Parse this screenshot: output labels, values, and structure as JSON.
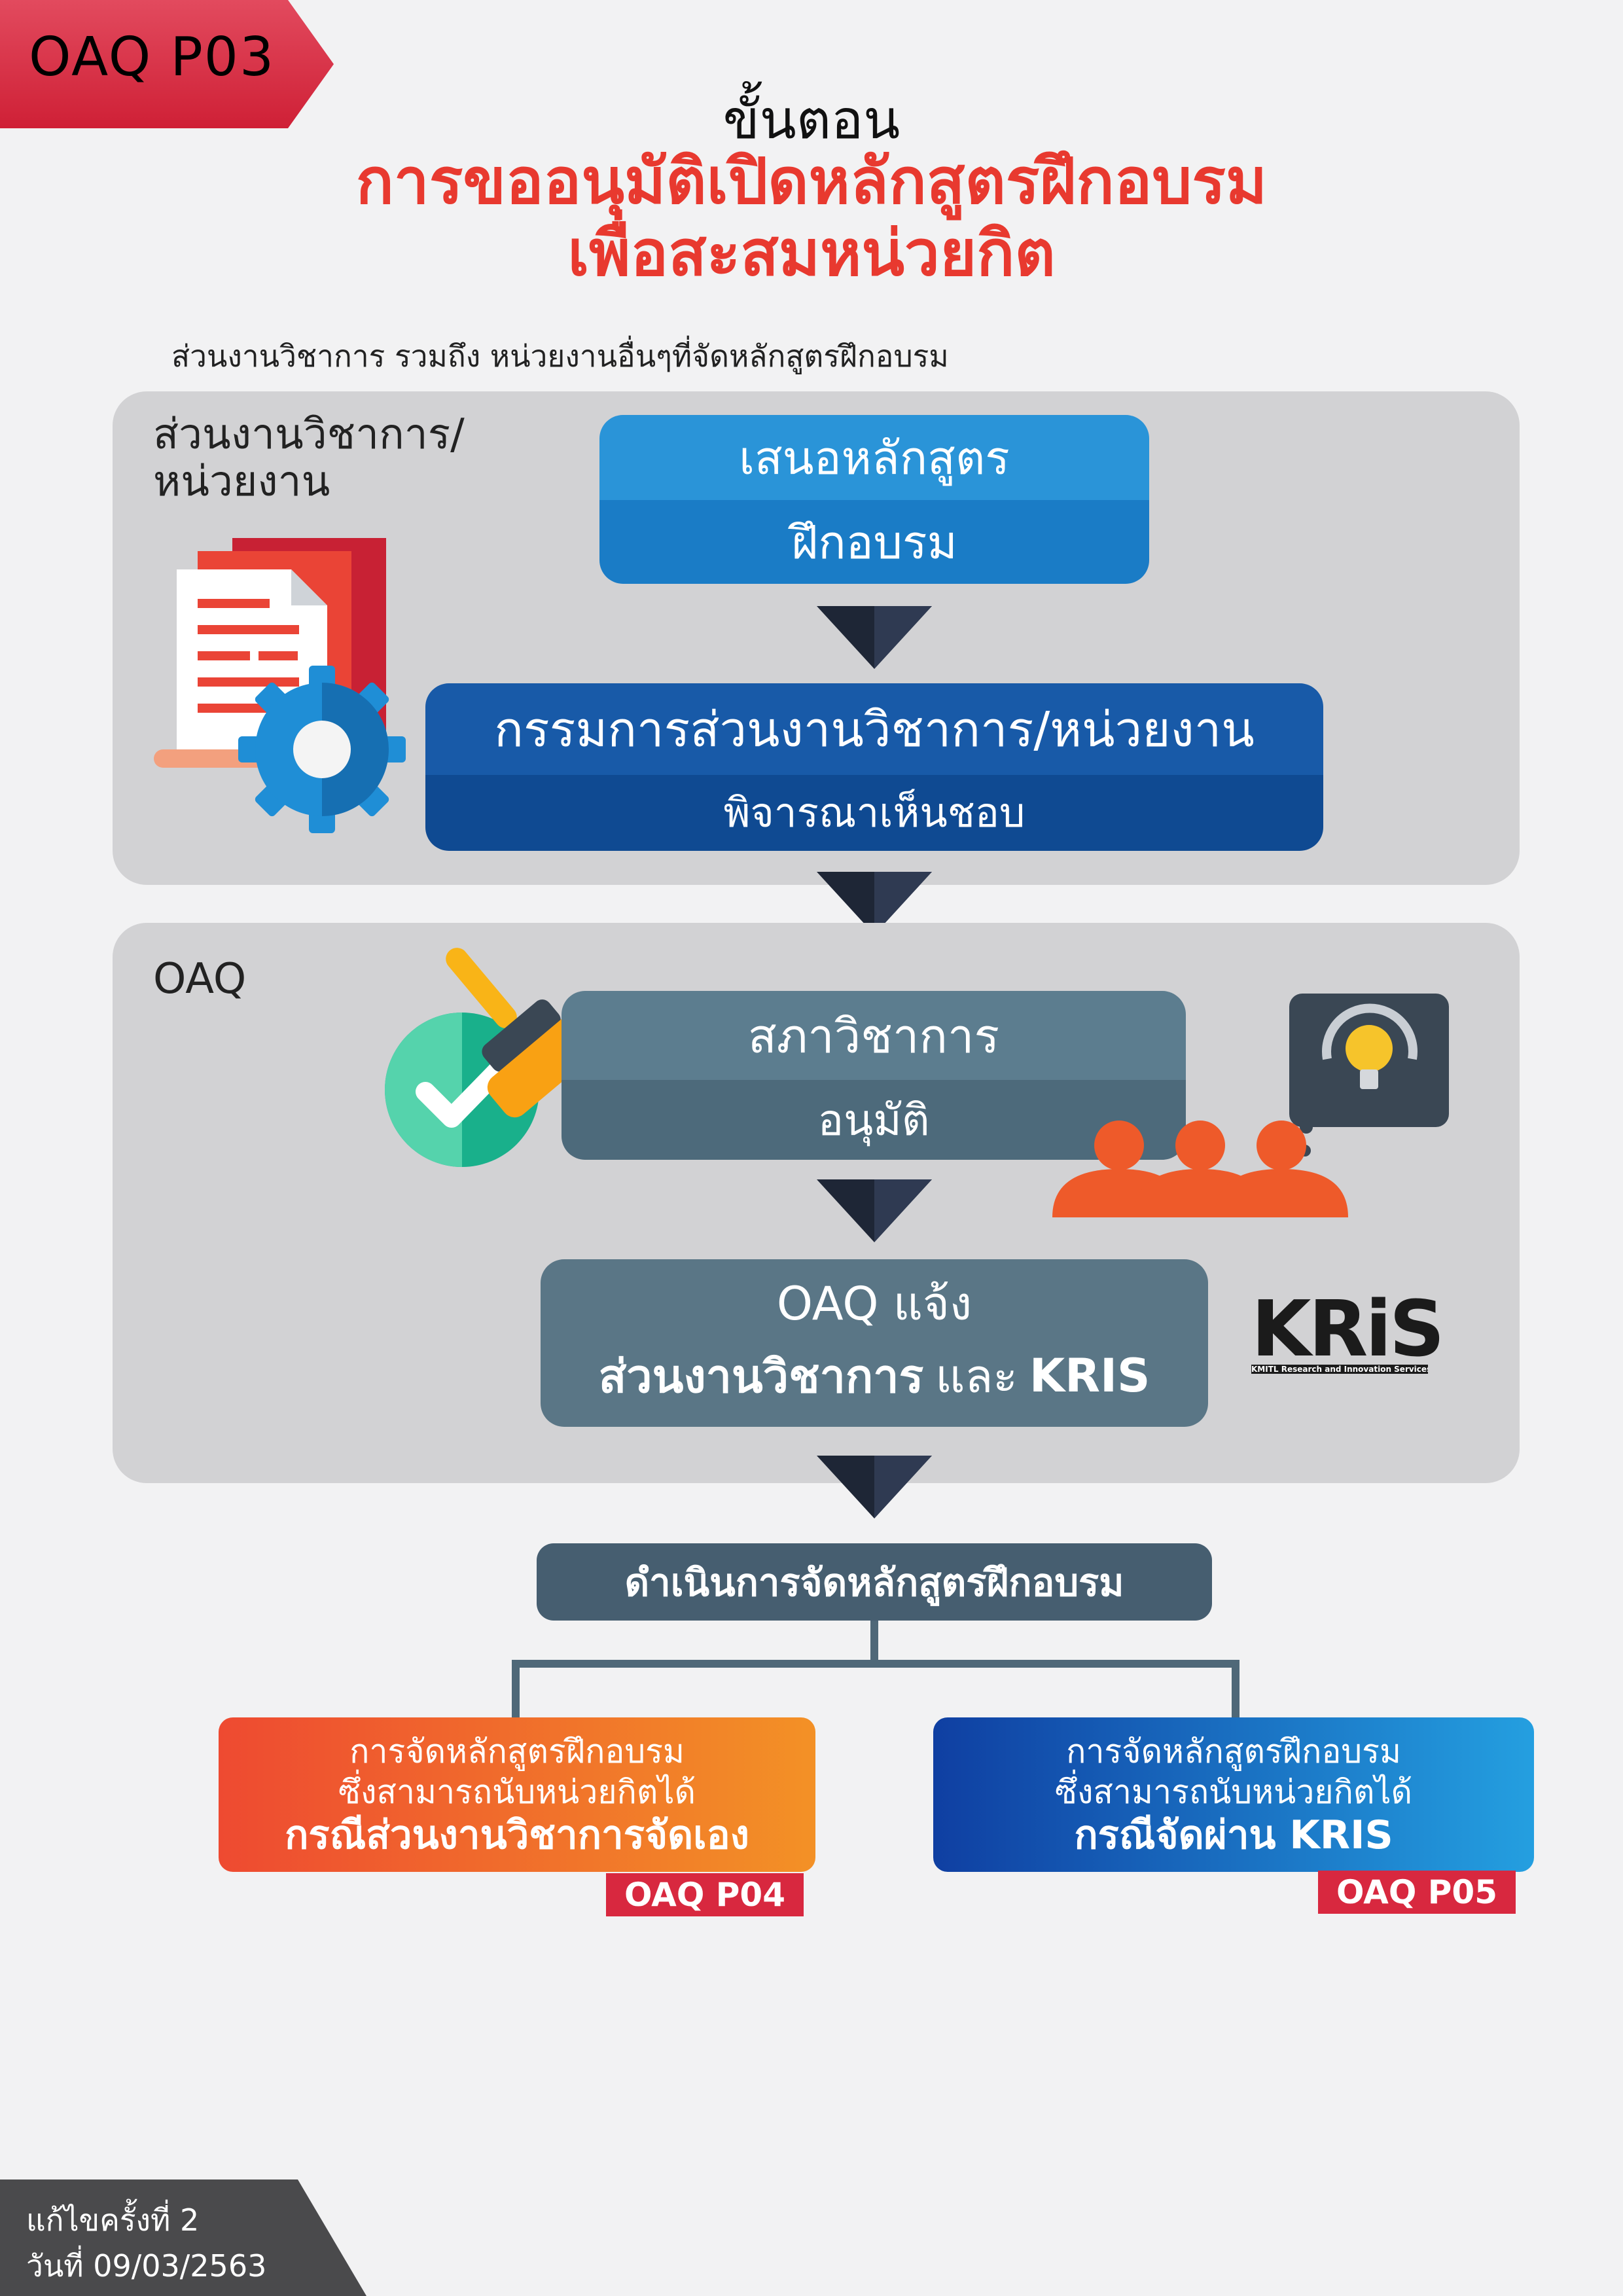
{
  "header": {
    "doc_code": "OAQ P03",
    "title_line1": "ขั้นตอน",
    "title_line2": "การขออนุมัติเปิดหลักสูตรฝึกอบรม",
    "title_line3": "เพื่อสะสมหน่วยกิต"
  },
  "subtitle": "ส่วนงานวิชาการ รวมถึง หน่วยงานอื่นๆที่จัดหลักสูตรฝึกอบรม",
  "section1": {
    "label_line1": "ส่วนงานวิชาการ/",
    "label_line2": "หน่วยงาน",
    "step1": {
      "line1": "เสนอหลักสูตร",
      "line2": "ฝึกอบรม"
    },
    "step2": {
      "line1": "กรรมการส่วนงานวิชาการ/หน่วยงาน",
      "line2": "พิจารณาเห็นชอบ"
    }
  },
  "section2": {
    "label": "OAQ",
    "step3": {
      "line1": "สภาวิชาการ",
      "line2": "อนุมัติ"
    },
    "step4": {
      "line1": "OAQ แจ้ง",
      "line2_bold": "ส่วนงานวิชาการ",
      "line2_normal": "และ",
      "line2_end": "KRIS"
    },
    "kris_logo": {
      "text": "KRiS",
      "tagline": "KMITL Research and Innovation Services"
    }
  },
  "step5": "ดำเนินการจัดหลักสูตรฝึกอบรม",
  "branch_left": {
    "line1": "การจัดหลักสูตรฝึกอบรม",
    "line2": "ซึ่งสามารถนับหน่วยกิตได้",
    "line3": "กรณีส่วนงานวิชาการจัดเอง",
    "tag": "OAQ P04"
  },
  "branch_right": {
    "line1": "การจัดหลักสูตรฝึกอบรม",
    "line2": "ซึ่งสามารถนับหน่วยกิตได้",
    "line3": "กรณีจัดผ่าน KRIS",
    "tag": "OAQ P05"
  },
  "footer": {
    "revision": "แก้ไขครั้งที่ 2",
    "date": "วันที่ 09/03/2563"
  },
  "colors": {
    "accent_red": "#d8283f",
    "title_red": "#e8392f",
    "blue_light": "#1f8ed6",
    "blue_dark": "#0f4e98",
    "slate": "#4f6878",
    "orange": "#f0532e"
  }
}
